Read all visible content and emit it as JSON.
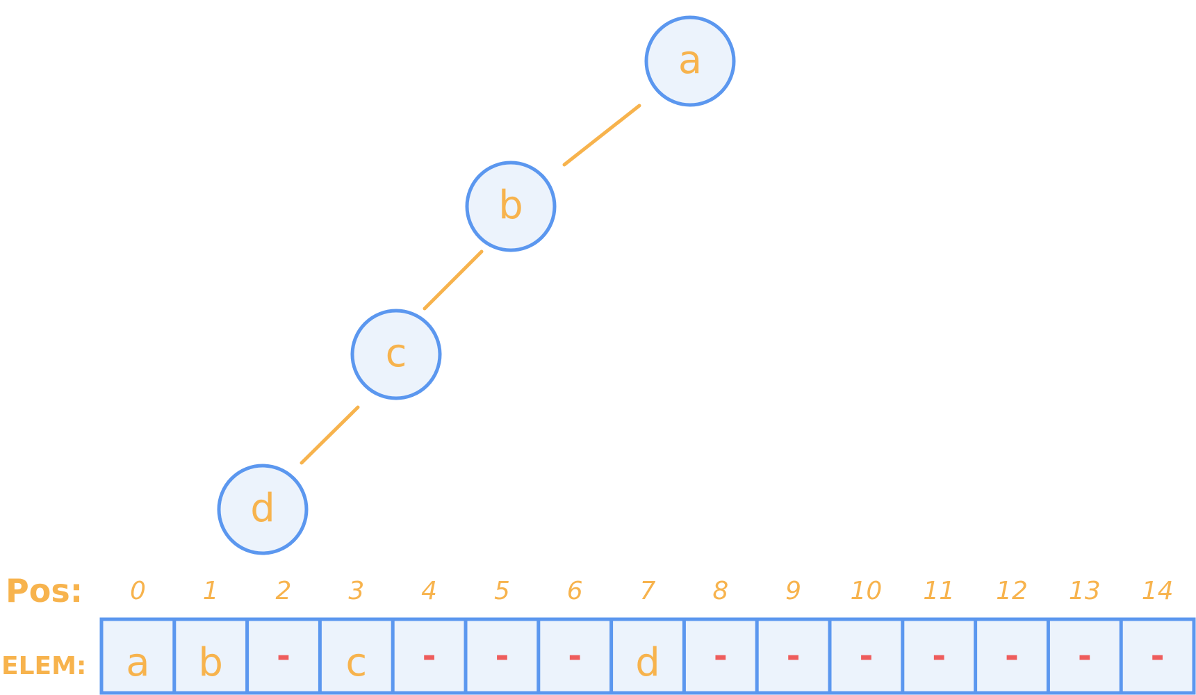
{
  "colors": {
    "node_stroke": "#5b97ef",
    "node_fill": "#ecf3fc",
    "text": "#f7b34d",
    "empty_marker": "#ee5c5c",
    "edge": "#f7b34d"
  },
  "tree": {
    "nodes": [
      {
        "label": "a"
      },
      {
        "label": "b"
      },
      {
        "label": "c"
      },
      {
        "label": "d"
      }
    ],
    "edges": [
      {
        "from": "a",
        "to": "b"
      },
      {
        "from": "b",
        "to": "c"
      },
      {
        "from": "c",
        "to": "d"
      }
    ]
  },
  "array": {
    "pos_label": "Pos:",
    "elem_label": "ELEM:",
    "positions": [
      "0",
      "1",
      "2",
      "3",
      "4",
      "5",
      "6",
      "7",
      "8",
      "9",
      "10",
      "11",
      "12",
      "13",
      "14"
    ],
    "elements": [
      "a",
      "b",
      "-",
      "c",
      "-",
      "-",
      "-",
      "d",
      "-",
      "-",
      "-",
      "-",
      "-",
      "-",
      "-"
    ]
  }
}
